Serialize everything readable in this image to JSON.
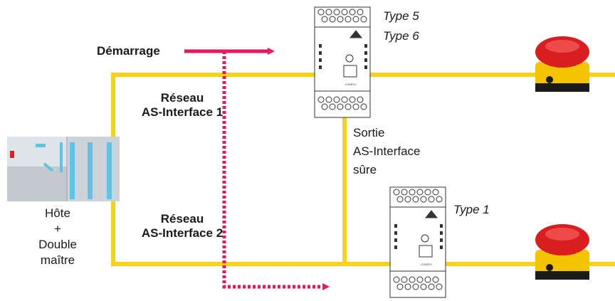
{
  "labels": {
    "start": "Démarrage",
    "network1_line1": "Réseau",
    "network1_line2": "AS-Interface 1",
    "network2_line1": "Réseau",
    "network2_line2": "AS-Interface 2",
    "host_line1": "Hôte",
    "host_line2": "+",
    "host_line3": "Double",
    "host_line4": "maître",
    "type5": "Type 5",
    "type6": "Type 6",
    "type1": "Type 1",
    "safe_output_line1": "Sortie",
    "safe_output_line2": "AS-Interface",
    "safe_output_line3": "sûre",
    "config_label": "CONFIG"
  },
  "colors": {
    "bus": "#f7d11a",
    "arrow": "#e8195a",
    "host_body": "#cdd3d9",
    "host_accent": "#5fc3e6",
    "button_red": "#d81e1e",
    "button_base": "#f5c400",
    "button_foot": "#1a1a1a"
  }
}
